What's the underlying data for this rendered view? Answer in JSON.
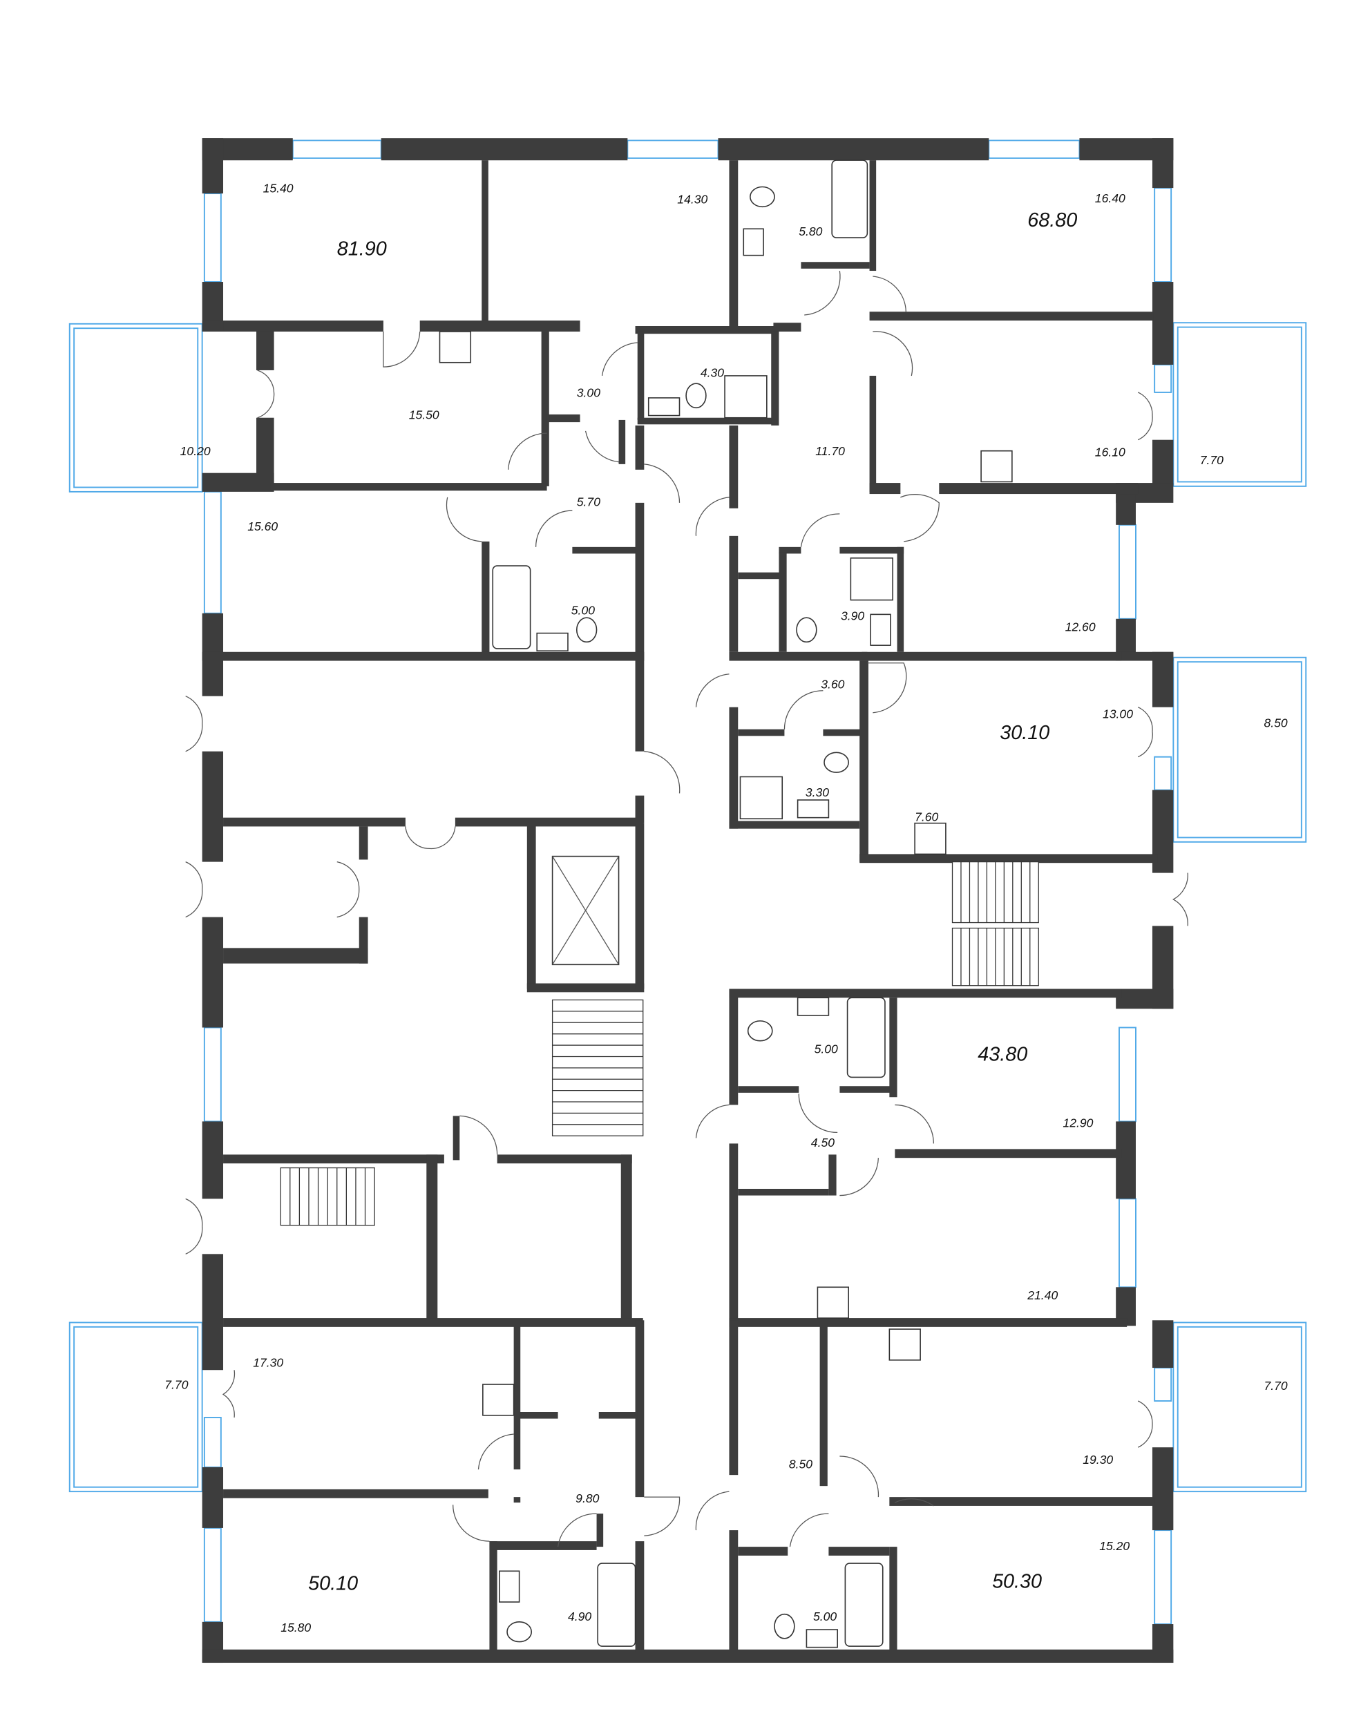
{
  "plan": {
    "apartment_totals": [
      "81.90",
      "68.80",
      "30.10",
      "43.80",
      "50.10",
      "50.30"
    ],
    "room_areas": {
      "r1540": "15.40",
      "r1430": "14.30",
      "r580": "5.80",
      "r1640": "16.40",
      "r1550": "15.50",
      "r430": "4.30",
      "r300": "3.00",
      "r1020": "10.20",
      "r1170": "11.70",
      "r1610": "16.10",
      "r770a": "7.70",
      "r570": "5.70",
      "r1560": "15.60",
      "r500a": "5.00",
      "r390": "3.90",
      "r1260": "12.60",
      "r360": "3.60",
      "r1300": "13.00",
      "r850a": "8.50",
      "r330": "3.30",
      "r760": "7.60",
      "r500b": "5.00",
      "r1290": "12.90",
      "r450": "4.50",
      "r2140": "21.40",
      "r1730": "17.30",
      "r770b": "7.70",
      "r770c": "7.70",
      "r850b": "8.50",
      "r1930": "19.30",
      "r980": "9.80",
      "r1520": "15.20",
      "r490": "4.90",
      "r500c": "5.00",
      "r1580": "15.80"
    },
    "colors": {
      "wall": "#3d3d3d",
      "window": "#4fa9e8"
    }
  }
}
